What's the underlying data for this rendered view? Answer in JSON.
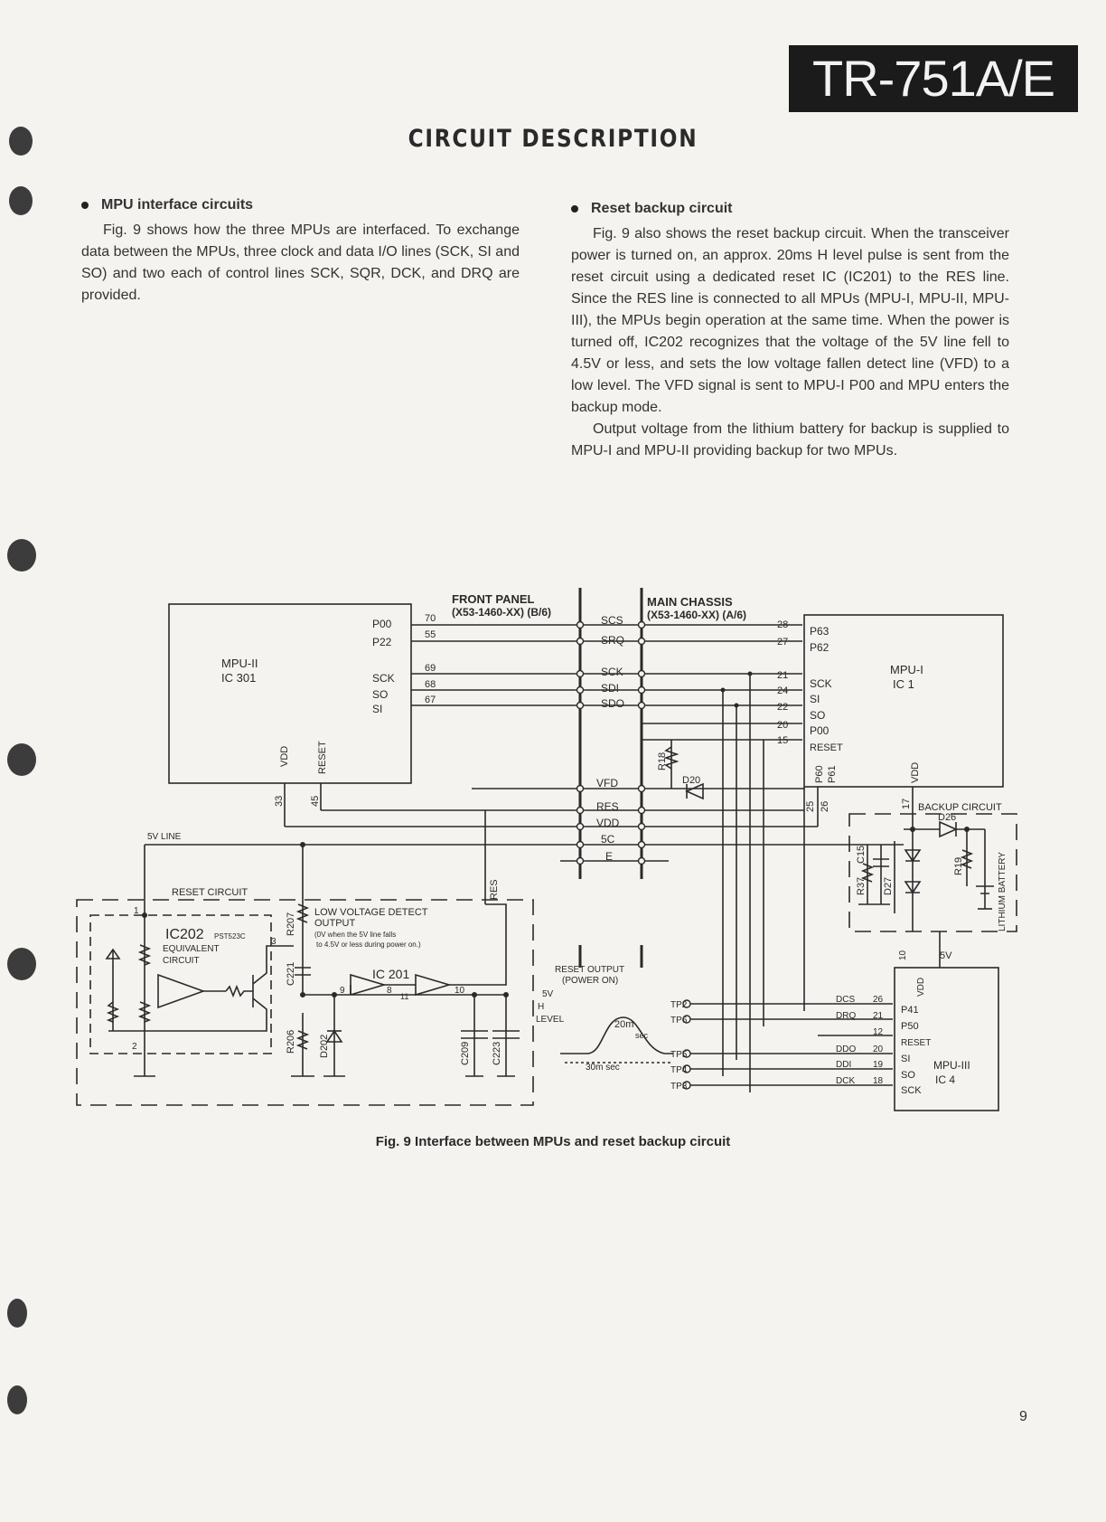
{
  "header": {
    "model": "TR-751A/E",
    "title": "CIRCUIT DESCRIPTION"
  },
  "left_section": {
    "heading": "MPU interface circuits",
    "paragraphs": [
      "Fig. 9 shows how the three MPUs are interfaced. To exchange data between the MPUs, three clock and data I/O lines (SCK, SI and SO) and two each of control lines SCK, SQR, DCK, and DRQ are provided."
    ]
  },
  "right_section": {
    "heading": "Reset backup circuit",
    "paragraphs": [
      "Fig. 9 also shows the reset backup circuit. When the transceiver power is turned on, an approx. 20ms H level pulse is sent from the reset circuit using a dedicated reset IC (IC201) to the RES line. Since the RES line is connected to all MPUs (MPU-I, MPU-II, MPU-III), the MPUs begin operation at the same time. When the power is turned off, IC202 recognizes that the voltage of the 5V line fell to 4.5V or less, and sets the low voltage fallen detect line (VFD) to a low level. The VFD signal is sent to MPU-I P00 and MPU enters the backup mode.",
      "Output voltage from the lithium battery for backup is supplied to MPU-I and MPU-II providing backup for two MPUs."
    ]
  },
  "diagram": {
    "front_panel": "FRONT PANEL",
    "front_panel_part": "(X53-1460-XX) (B/6)",
    "main_chassis": "MAIN CHASSIS",
    "main_chassis_part": "(X53-1460-XX) (A/6)",
    "mpu2": {
      "name": "MPU-II",
      "ic": "IC 301",
      "pins": [
        "P00",
        "P22",
        "SCK",
        "SO",
        "SI"
      ],
      "vdd": "VDD",
      "reset": "RESET"
    },
    "mpu2_pin_numbers": [
      "70",
      "55",
      "69",
      "68",
      "67",
      "33",
      "45"
    ],
    "mpu1": {
      "name": "MPU-I",
      "ic": "IC 1",
      "pins": [
        "P63",
        "P62",
        "SCK",
        "SI",
        "SO",
        "P00",
        "RESET"
      ],
      "bottom_pins": [
        "P60",
        "P61",
        "VDD"
      ]
    },
    "mpu1_pin_numbers": [
      "28",
      "27",
      "21",
      "24",
      "22",
      "20",
      "15",
      "25",
      "26",
      "17"
    ],
    "mpu3": {
      "name": "MPU-III",
      "ic": "IC 4",
      "pins": [
        "P41",
        "P50",
        "RESET",
        "SI",
        "SO",
        "SCK"
      ],
      "vdd": "VDD"
    },
    "mpu3_signals": [
      "DCS",
      "DRQ",
      "DDO",
      "DDI",
      "DCK"
    ],
    "mpu3_pin_numbers": [
      "26",
      "21",
      "12",
      "20",
      "19",
      "18",
      "10"
    ],
    "bus_lines": [
      "SCS",
      "SRQ",
      "SCK",
      "SDI",
      "SDO",
      "VFD",
      "RES",
      "VDD",
      "5C",
      "E"
    ],
    "test_points": [
      "TP2",
      "TP6",
      "TP5",
      "TP4",
      "TP3"
    ],
    "components": [
      "R18",
      "D20",
      "R207",
      "C221",
      "R206",
      "D202",
      "C209",
      "C223",
      "R37",
      "C15",
      "D27",
      "D26",
      "R19"
    ],
    "labels": {
      "five_v_line": "5V LINE",
      "reset_circuit": "RESET CIRCUIT",
      "ic202": "IC202",
      "ic202_part": "PST523C",
      "equivalent": "EQUIVALENT",
      "circuit": "CIRCUIT",
      "ic201": "IC 201",
      "lvd1": "LOW VOLTAGE DETECT",
      "lvd2": "OUTPUT",
      "lvd3": "(0V when the 5V line falls",
      "lvd4": "to 4.5V or less during power on.)",
      "res": "RES",
      "reset_out1": "RESET OUTPUT",
      "reset_out2": "(POWER ON)",
      "five_v_level": "5V",
      "h": "H",
      "level": "LEVEL",
      "pulse": "20m",
      "sec": "sec",
      "span": "30m sec",
      "backup_circuit": "BACKUP CIRCUIT",
      "lithium_battery": "LITHIUM BATTERY",
      "five_v": "5V"
    },
    "ic201_pins": [
      "9",
      "8",
      "11",
      "10"
    ],
    "ic202_pins": [
      "1",
      "3",
      "2"
    ]
  },
  "caption": "Fig. 9  Interface between MPUs and reset backup circuit",
  "page_number": "9"
}
